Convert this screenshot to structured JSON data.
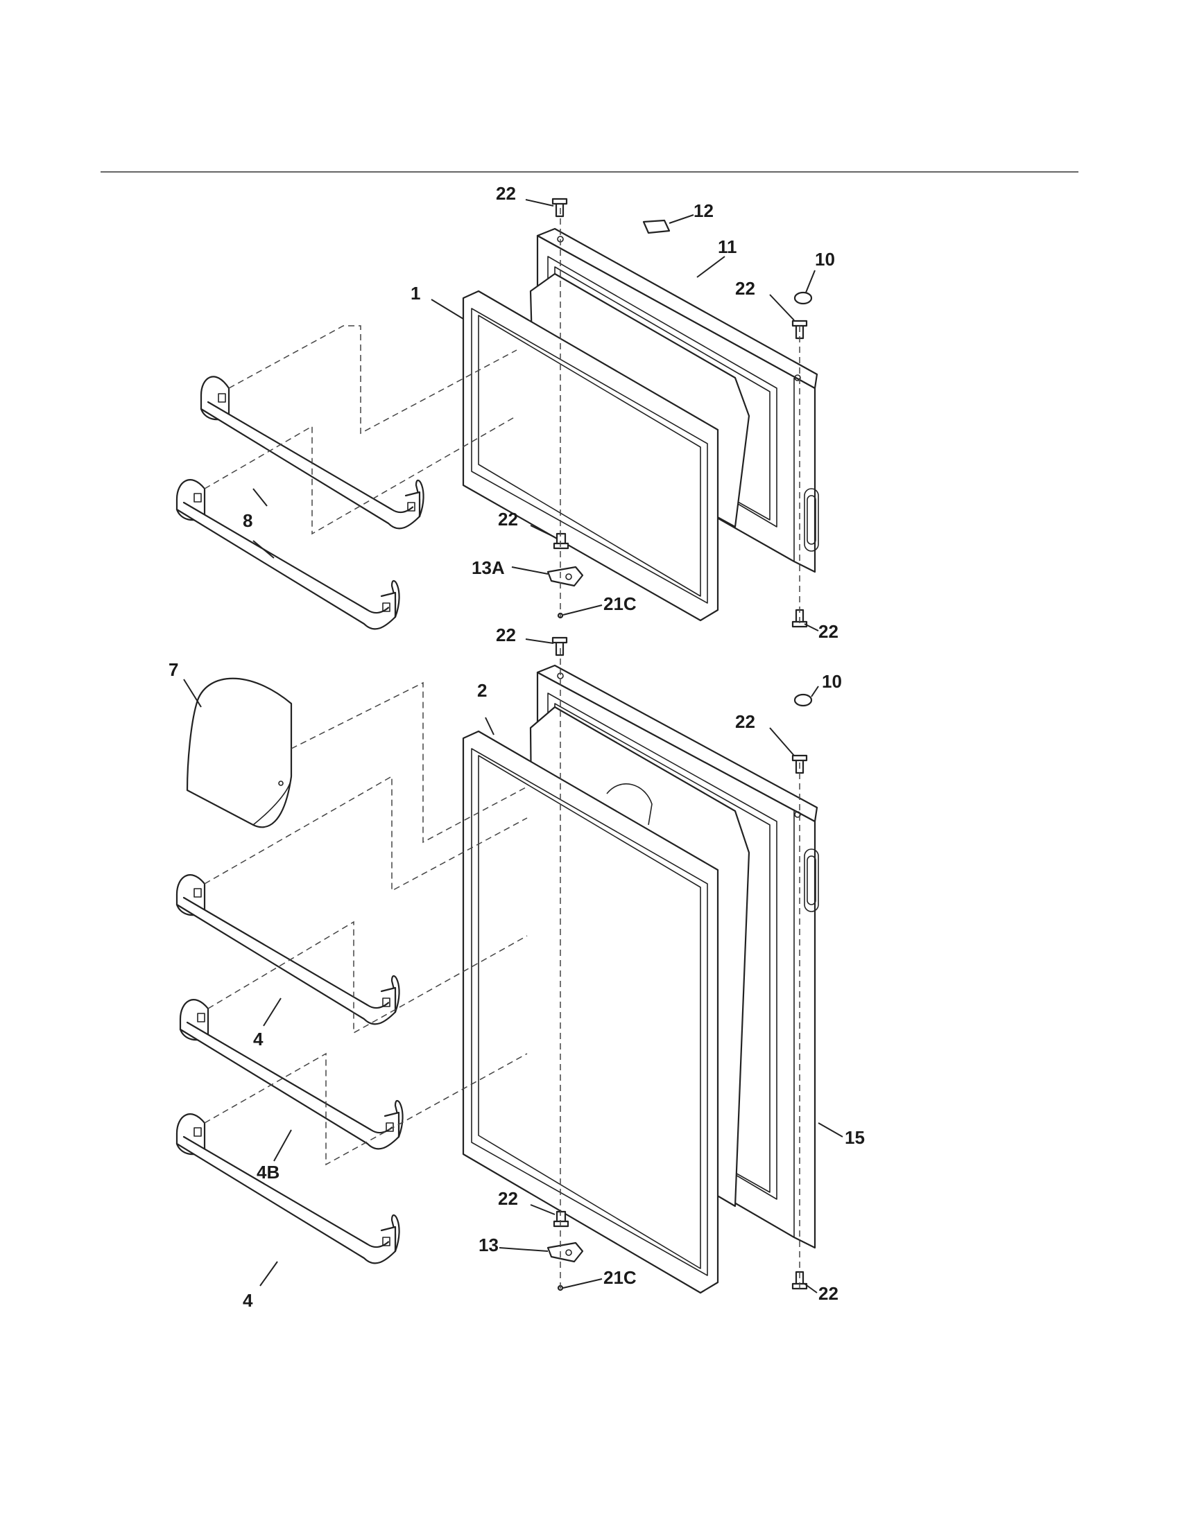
{
  "callouts": {
    "c_22_top": "22",
    "c_12": "12",
    "c_11": "11",
    "c_10_top": "10",
    "c_22_right_top": "22",
    "c_1": "1",
    "c_8": "8",
    "c_22_hinge_top": "22",
    "c_13A": "13A",
    "c_21C_top": "21C",
    "c_22_bottom_top": "22",
    "c_22_mid": "22",
    "c_7": "7",
    "c_2": "2",
    "c_10_bottom": "10",
    "c_22_right_bottom": "22",
    "c_4_a": "4",
    "c_4B": "4B",
    "c_15": "15",
    "c_22_hinge_bottom": "22",
    "c_13": "13",
    "c_21C_bottom": "21C",
    "c_4_b": "4",
    "c_22_bottom_bottom": "22"
  }
}
